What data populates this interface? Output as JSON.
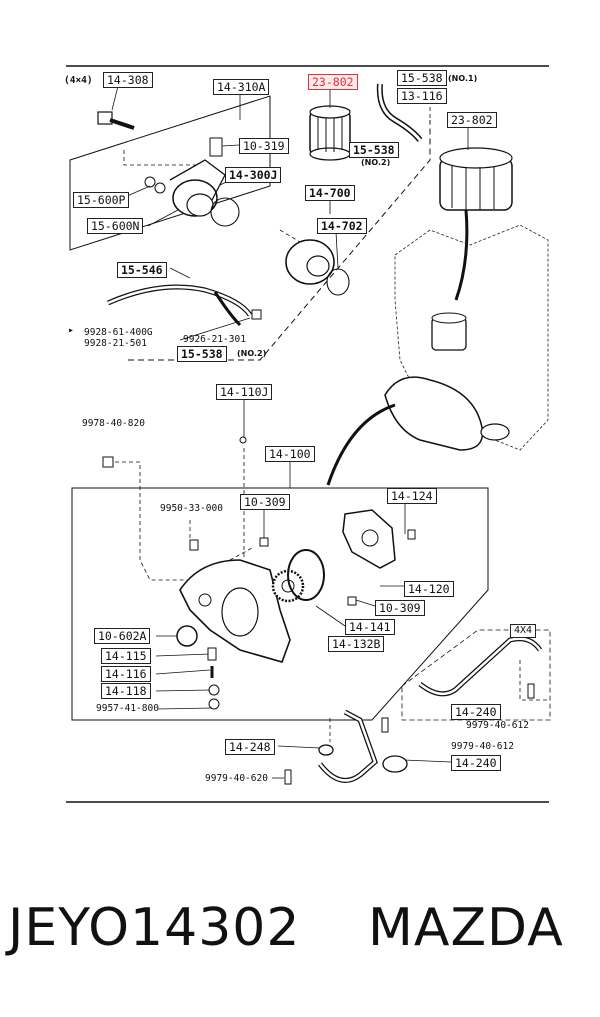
{
  "diagram": {
    "labels": {
      "l_14_308": "14-308",
      "l_14_310A": "14-310A",
      "l_23_802a": "23-802",
      "l_15_538a": "15-538",
      "l_13_116": "13-116",
      "l_23_802b": "23-802",
      "l_10_319": "10-319",
      "l_15_538b": "15-538",
      "l_14_300J": "14-300J",
      "l_15_600P": "15-600P",
      "l_15_600N": "15-600N",
      "l_14_700": "14-700",
      "l_14_702": "14-702",
      "l_15_546": "15-546",
      "l_15_538c": "15-538",
      "l_14_110J": "14-110J",
      "l_14_100": "14-100",
      "l_10_309a": "10-309",
      "l_14_124": "14-124",
      "l_14_120": "14-120",
      "l_10_309b": "10-309",
      "l_14_141": "14-141",
      "l_10_602A": "10-602A",
      "l_14_132B": "14-132B",
      "l_14_115": "14-115",
      "l_14_116": "14-116",
      "l_14_118": "14-118",
      "l_4x4b": "4X4",
      "l_14_240a": "14-240",
      "l_14_248": "14-248",
      "l_14_240b": "14-240"
    },
    "texts": {
      "t_4x4a": "(4×4)",
      "t_no1": "(NO.1)",
      "t_no2a": "(NO.2)",
      "t_no2b": "(NO.2)",
      "t_9928_61": "9928-61-400G",
      "t_9928_21": "9928-21-501",
      "t_9926_21": "9926-21-301",
      "t_9978_40": "9978-40-820",
      "t_9950_33": "9950-33-000",
      "t_9957_41": "9957-41-800",
      "t_9979_40_612a": "9979-40-612",
      "t_9979_40_612b": "9979-40-612",
      "t_9979_40_620": "9979-40-620"
    }
  },
  "caption": {
    "part_number": "JEYO14302",
    "brand": "MAZDA"
  }
}
